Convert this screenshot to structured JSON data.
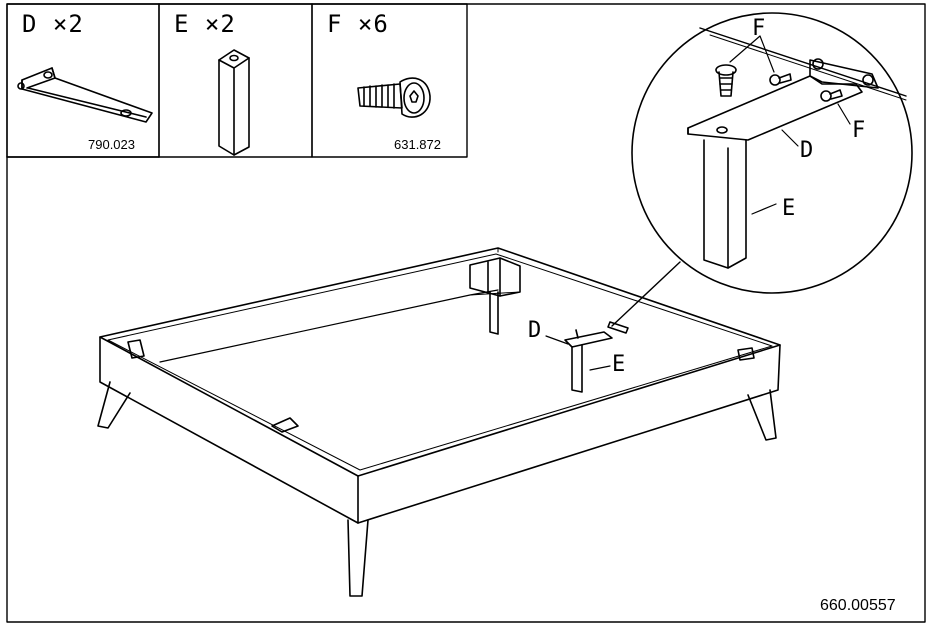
{
  "parts": [
    {
      "label": "D ×2",
      "code": "790.023"
    },
    {
      "label": "E ×2",
      "code": ""
    },
    {
      "label": "F ×6",
      "code": "631.872"
    }
  ],
  "detail": {
    "callouts": [
      "F",
      "F",
      "D",
      "E"
    ]
  },
  "main": {
    "callouts": [
      "D",
      "E"
    ]
  },
  "figure_code": "660.00557"
}
